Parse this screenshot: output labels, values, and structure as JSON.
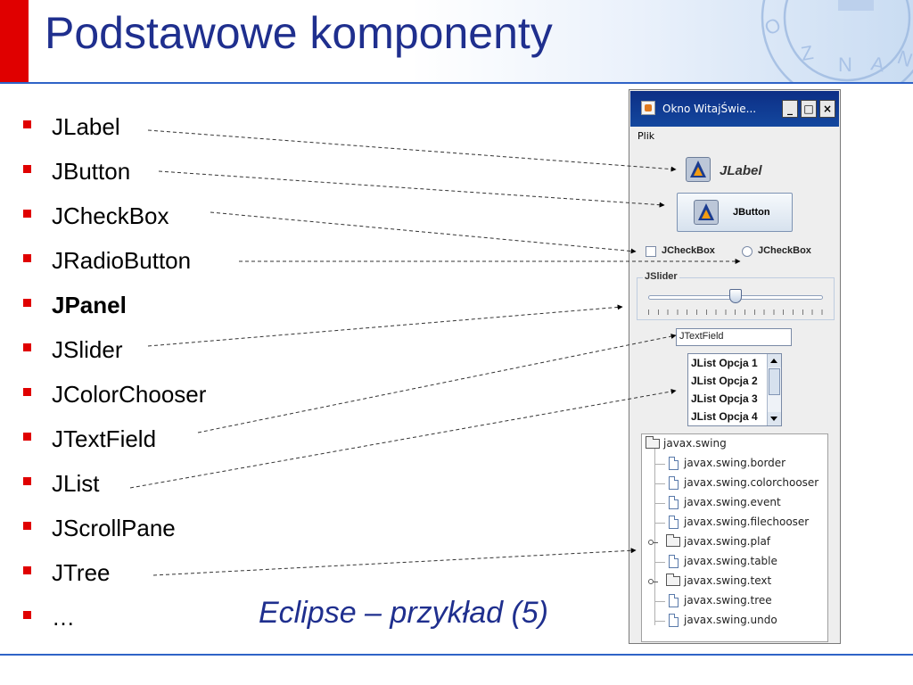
{
  "slide": {
    "title": "Podstawowe komponenty",
    "bullets": [
      "JLabel",
      "JButton",
      "JCheckBox",
      "JRadioButton",
      "JPanel",
      "JSlider",
      "JColorChooser",
      "JTextField",
      "JList",
      "JScrollPane",
      "JTree",
      "…"
    ],
    "caption": "Eclipse – przykład (5)",
    "colors": {
      "title": "#1f2f8e",
      "accent_red": "#e00000",
      "rule_blue": "#2f63c7"
    }
  },
  "window": {
    "title": "Okno WitajŚwie...",
    "controls": {
      "minimize": "_",
      "maximize": "□",
      "close": "×"
    },
    "menu": {
      "file": "Plik"
    },
    "jlabel": "JLabel",
    "jbutton": "JButton",
    "checkbox_label": "JCheckBox",
    "radio_label": "JCheckBox",
    "slider_title": "JSlider",
    "slider_value": 0.5,
    "textfield_value": "JTextField",
    "list_items": [
      "JList Opcja 1",
      "JList Opcja 2",
      "JList Opcja 3",
      "JList Opcja 4"
    ],
    "tree_nodes": [
      "javax.swing",
      "javax.swing.border",
      "javax.swing.colorchooser",
      "javax.swing.event",
      "javax.swing.filechooser",
      "javax.swing.plaf",
      "javax.swing.table",
      "javax.swing.text",
      "javax.swing.tree",
      "javax.swing.undo"
    ]
  }
}
